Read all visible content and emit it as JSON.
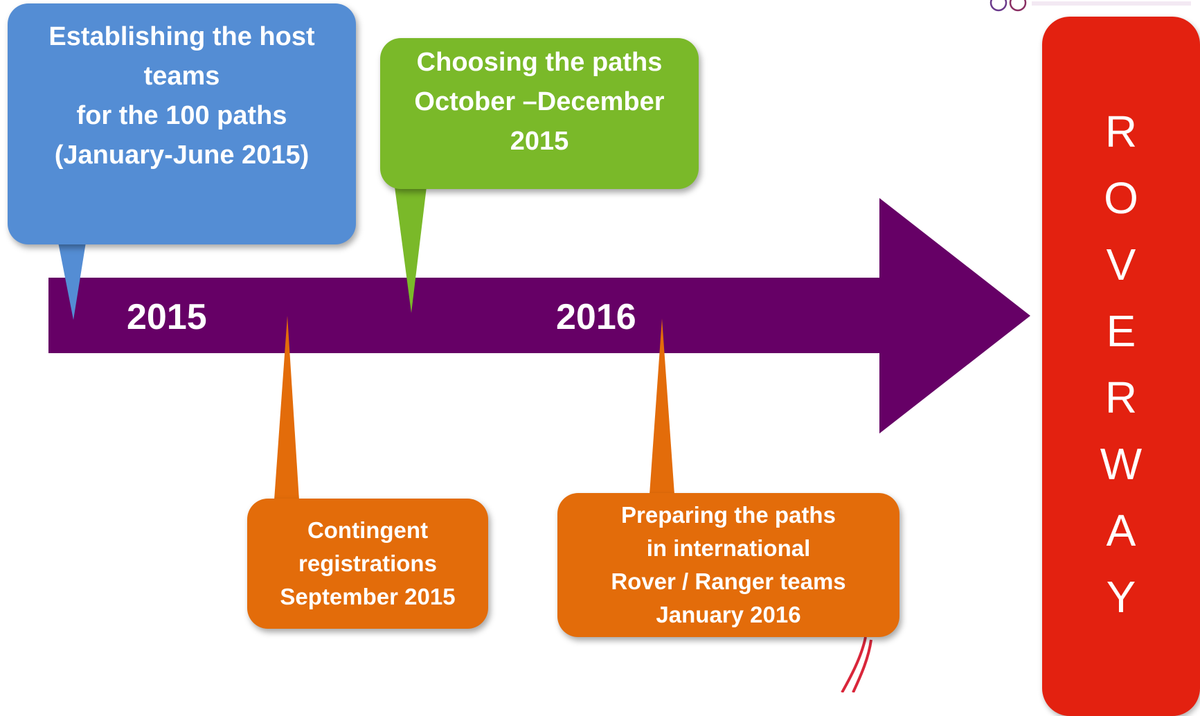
{
  "colors": {
    "arrow": "#660066",
    "blue": "#548dd4",
    "green": "#7ab929",
    "orange": "#e36c0a",
    "red": "#e32110",
    "signature": "#d9263a"
  },
  "timeline": {
    "year_start": "2015",
    "year_end": "2016"
  },
  "callouts": {
    "host_teams": {
      "lines": [
        "Establishing the host",
        "teams",
        "for the 100 paths",
        "(January-June 2015)"
      ]
    },
    "choosing_paths": {
      "lines": [
        "Choosing the paths",
        "October –December",
        "2015"
      ]
    },
    "contingent": {
      "lines": [
        "Contingent",
        "registrations",
        "September 2015"
      ]
    },
    "preparing": {
      "lines": [
        "Preparing the paths",
        "in international",
        "Rover / Ranger teams",
        "January 2016"
      ]
    }
  },
  "roverway": {
    "letters": [
      "R",
      "O",
      "V",
      "E",
      "R",
      "W",
      "A",
      "Y"
    ]
  },
  "icons": {
    "logo": "scout-guide-emblem-icon",
    "signature": "handwritten-mark-icon"
  }
}
